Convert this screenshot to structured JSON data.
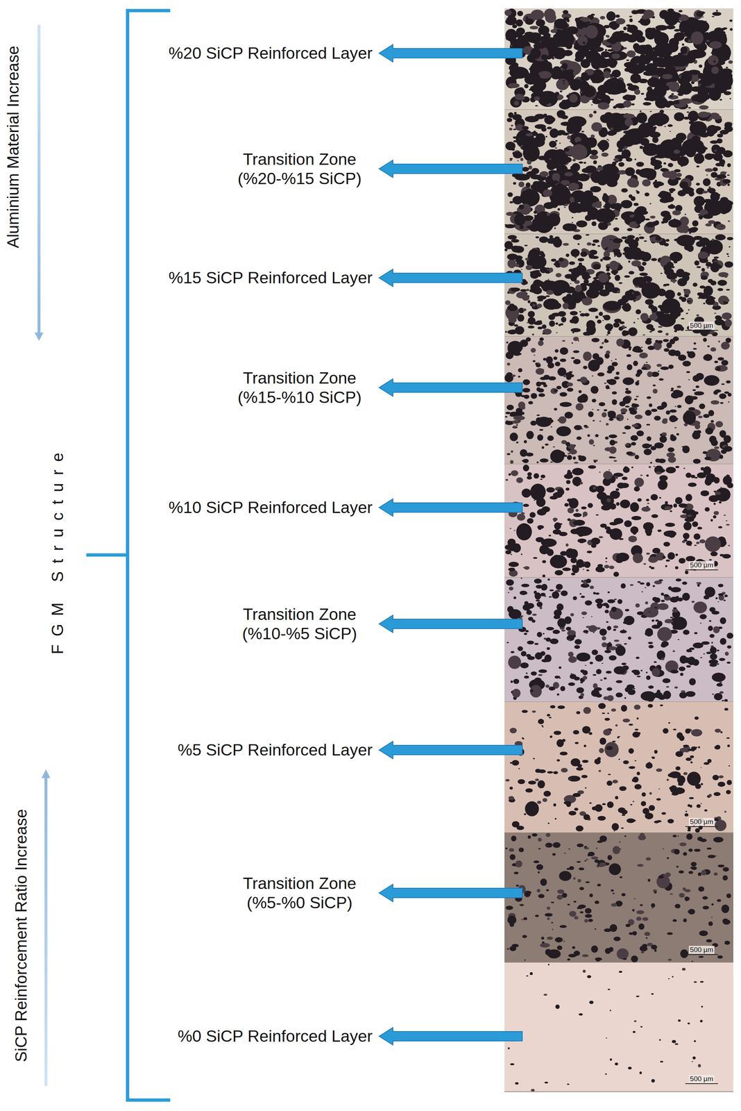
{
  "diagram": {
    "labels": [
      "Aluminium Material Increase",
      "FGM Structure",
      "SiCP Reinforcement Ratio Increase",
      "%20 SiCP Reinforced Layer",
      "Transition Zone (%20-%15 SiCP)",
      "%15 SiCP Reinforced Layer",
      "Transition Zone (%15-%10 SiCP)",
      "%10 SiCP Reinforced Layer",
      "Transition Zone (%10-%5 SiCP)",
      "%5 SiCP Reinforced Layer",
      "Transition Zone (%5-%0 SiCP)",
      "%0 SiCP Reinforced Layer",
      "500 µm",
      "500 µm",
      "500 µm",
      "500 µm",
      "500 µm"
    ]
  }
}
